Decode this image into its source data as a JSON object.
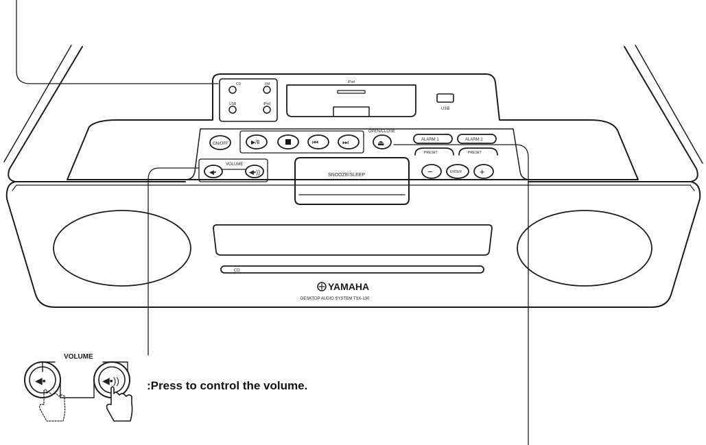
{
  "device": {
    "brand": "YAMAHA",
    "model_line": "DESKTOP AUDIO SYSTEM TSX-130",
    "labels": {
      "dock": "iPod",
      "usb": "USB",
      "indicator_1": "CD",
      "indicator_2": "FM",
      "indicator_3": "USB",
      "indicator_4": "iPod",
      "on_off": "ON/OFF",
      "open_close": "OPEN/CLOSE",
      "volume": "VOLUME",
      "snooze_sleep": "SNOOZE/SLEEP",
      "alarm_1": "ALARM 1",
      "alarm_2": "ALARM 2",
      "preset_1": "PRESET",
      "preset_2": "PRESET",
      "enter": "ENTER",
      "minus": "−",
      "plus": "+",
      "cd_logo": "CD"
    }
  },
  "callout": {
    "group_label": "VOLUME",
    "description": ":Press to control the volume."
  },
  "colors": {
    "line": "#1a1a1a",
    "background": "#ffffff"
  }
}
